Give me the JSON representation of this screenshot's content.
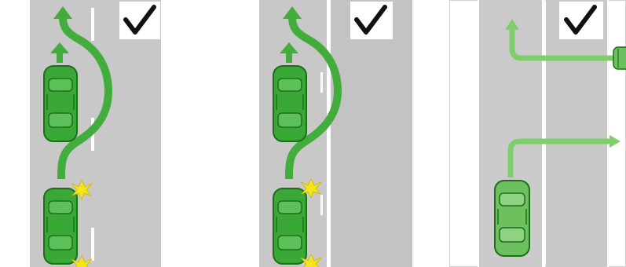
{
  "colors": {
    "road": "#c8c8c8",
    "road_edge": "#b3b3b3",
    "lane_marking": "#ffffff",
    "vehicle": "#39a836",
    "vehicle_dark": "#1f6e1c",
    "vehicle_window": "#5cc059",
    "path_arrow": "#42ad3c",
    "path_arrow_light": "#7ecf6c",
    "turn_signal": "#f5e61a",
    "check_mark": "#111111"
  },
  "panels": [
    {
      "id": "overtake-broken-line",
      "center_line": "broken",
      "approved": true,
      "icons": [
        "check-mark-icon",
        "green-car-icon",
        "green-car-icon",
        "turn-signal-icon",
        "turn-signal-icon",
        "straight-arrow-icon",
        "overtake-path-arrow-icon"
      ]
    },
    {
      "id": "overtake-solid-beside-broken-line",
      "center_line": "solid-with-broken",
      "approved": true,
      "icons": [
        "check-mark-icon",
        "green-car-icon",
        "green-car-icon",
        "turn-signal-icon",
        "turn-signal-icon",
        "straight-arrow-icon",
        "overtake-path-arrow-icon"
      ]
    },
    {
      "id": "turn-across-solid-line",
      "center_line": "solid",
      "approved": true,
      "icons": [
        "check-mark-icon",
        "green-car-icon",
        "partial-car-icon",
        "left-turn-path-arrow-icon",
        "right-turn-path-arrow-icon"
      ]
    }
  ]
}
